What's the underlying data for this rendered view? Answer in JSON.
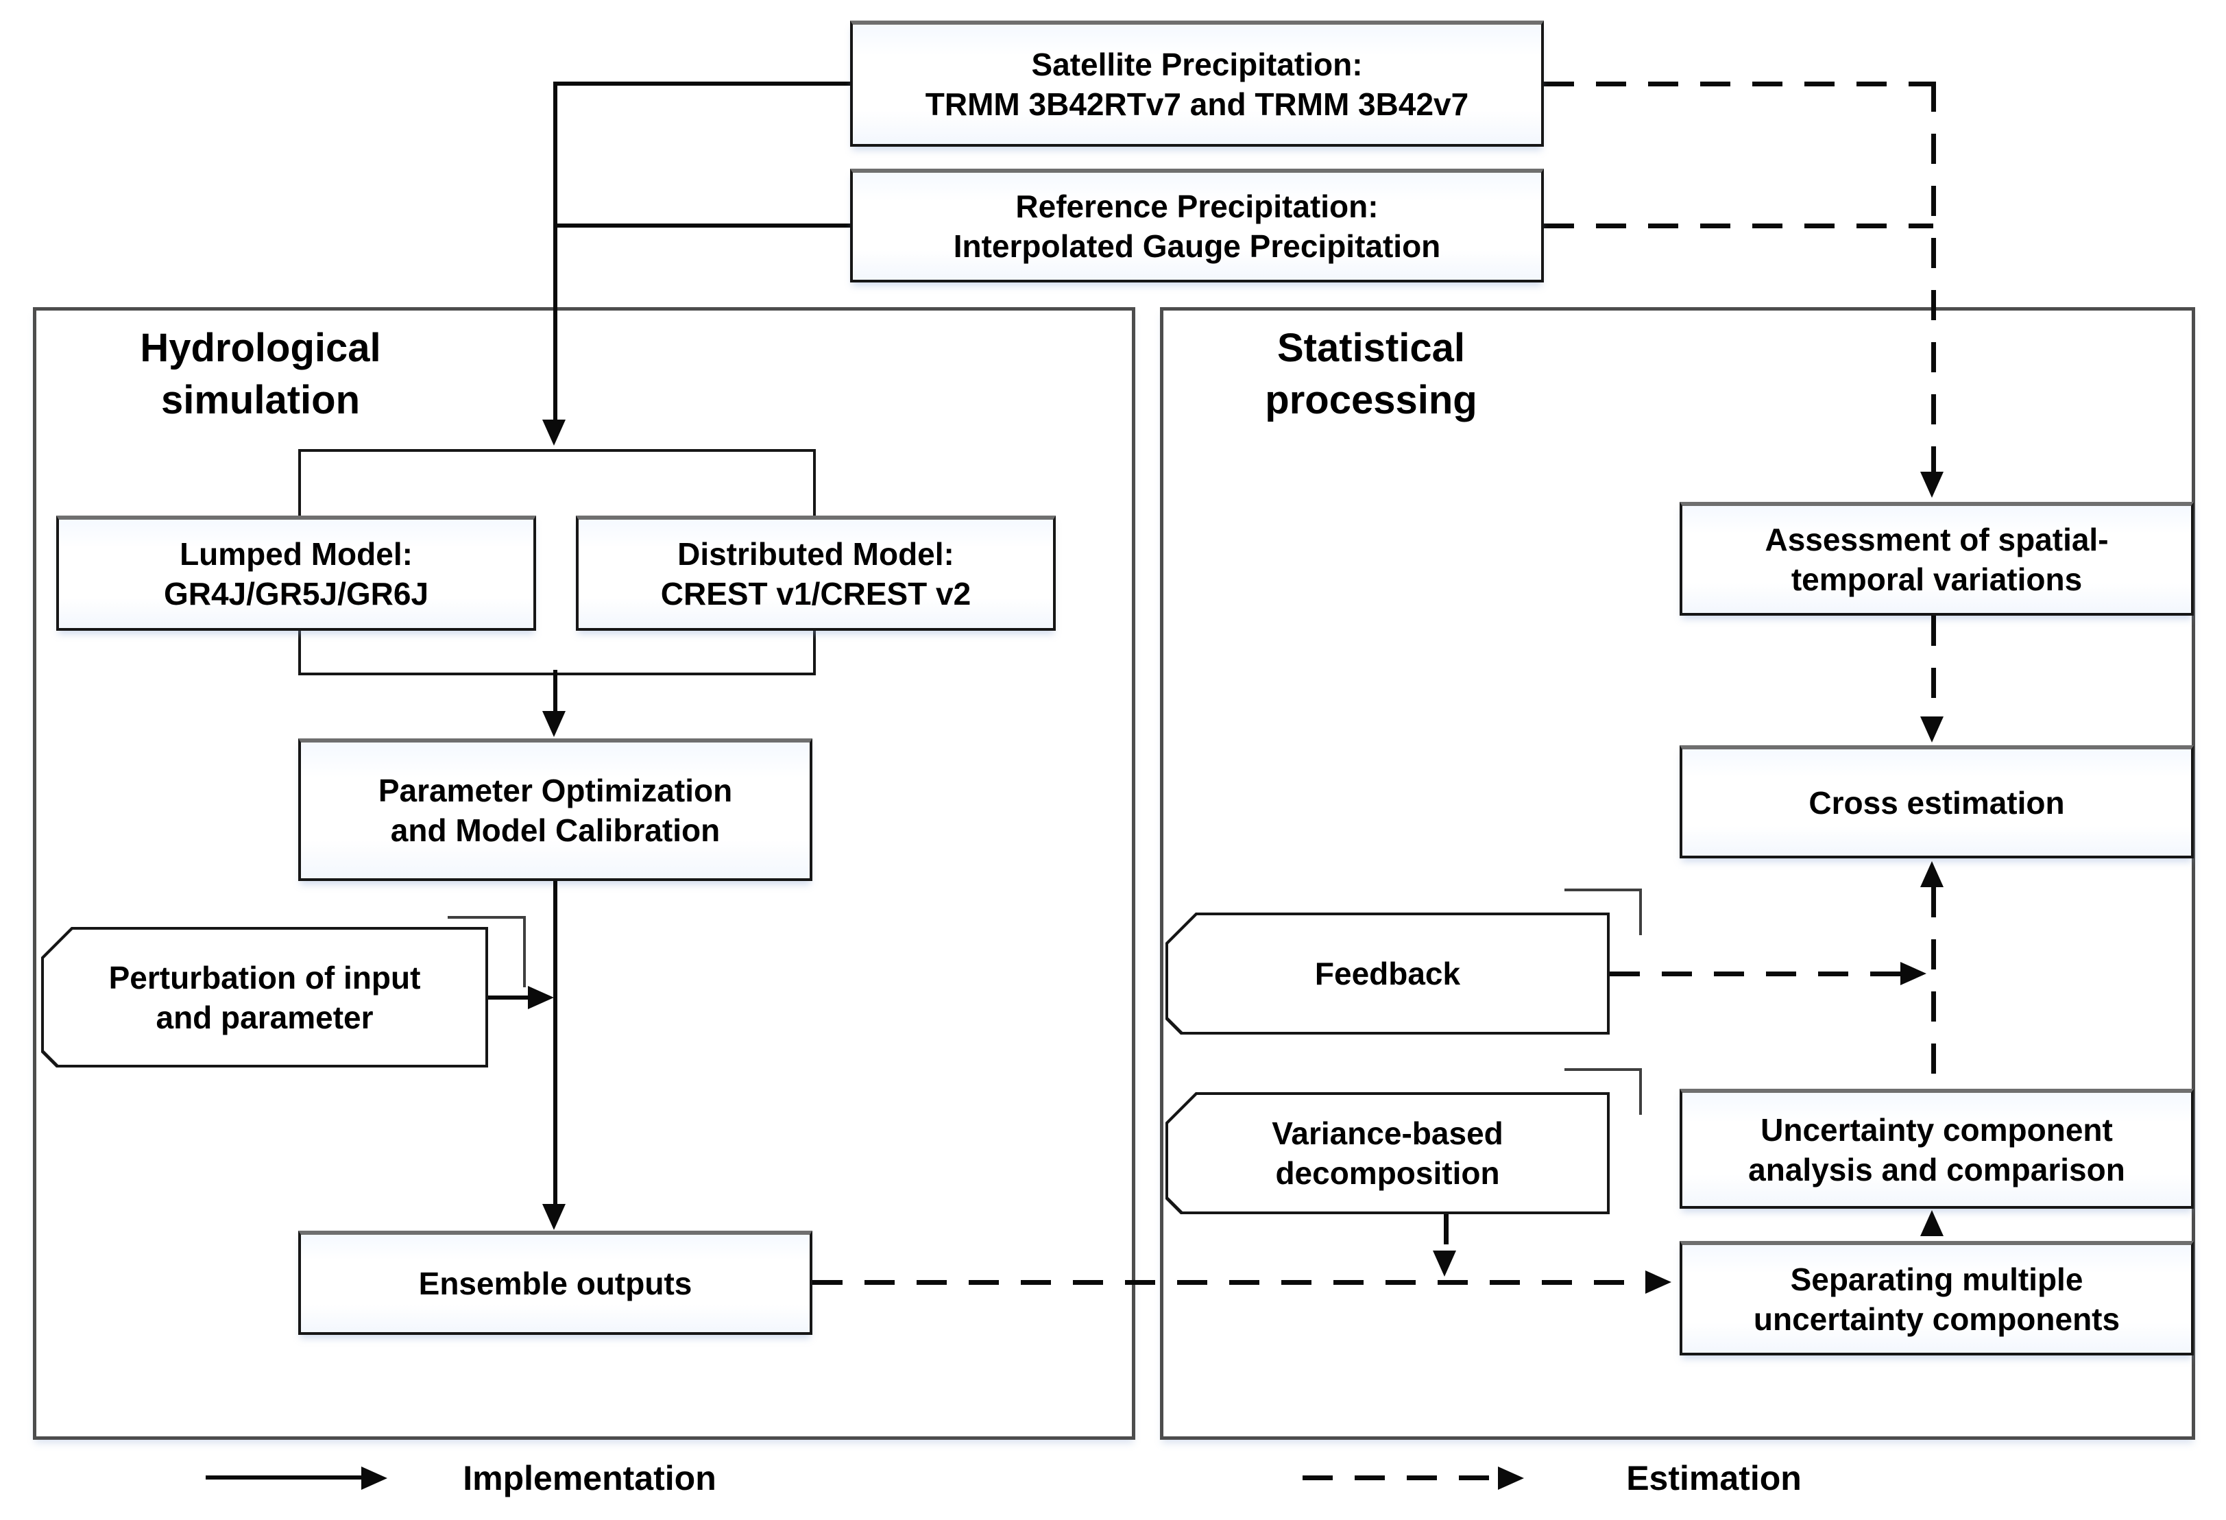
{
  "figure_type": "flow-diagram",
  "top_boxes": {
    "satellite": {
      "line1": "Satellite Precipitation:",
      "line2": "TRMM 3B42RTv7 and TRMM 3B42v7"
    },
    "reference": {
      "line1": "Reference Precipitation:",
      "line2": "Interpolated Gauge Precipitation"
    }
  },
  "left_panel": {
    "title_line1": "Hydrological",
    "title_line2": "simulation",
    "lumped": {
      "line1": "Lumped Model:",
      "line2": "GR4J/GR5J/GR6J"
    },
    "distributed": {
      "line1": "Distributed Model:",
      "line2": "CREST v1/CREST v2"
    },
    "param_opt": {
      "line1": "Parameter Optimization",
      "line2": "and Model Calibration"
    },
    "perturbation": {
      "line1": "Perturbation of input",
      "line2": "and parameter"
    },
    "ensemble": {
      "label": "Ensemble outputs"
    }
  },
  "right_panel": {
    "title_line1": "Statistical",
    "title_line2": "processing",
    "assessment": {
      "line1": "Assessment of spatial-",
      "line2": "temporal variations"
    },
    "cross": {
      "label": "Cross estimation"
    },
    "feedback": {
      "label": "Feedback"
    },
    "variance": {
      "line1": "Variance-based",
      "line2": "decomposition"
    },
    "uncertainty": {
      "line1": "Uncertainty component",
      "line2": "analysis and comparison"
    },
    "separating": {
      "line1": "Separating multiple",
      "line2": "uncertainty components"
    }
  },
  "legend": {
    "implementation": "Implementation",
    "estimation": "Estimation"
  },
  "colors": {
    "line": "#0a0a0a",
    "panel_border": "#4d4d4d",
    "box_border": "#161616",
    "box_top": "#6f6f6f",
    "bracket": "#3f3f3f",
    "background": "#ffffff"
  }
}
